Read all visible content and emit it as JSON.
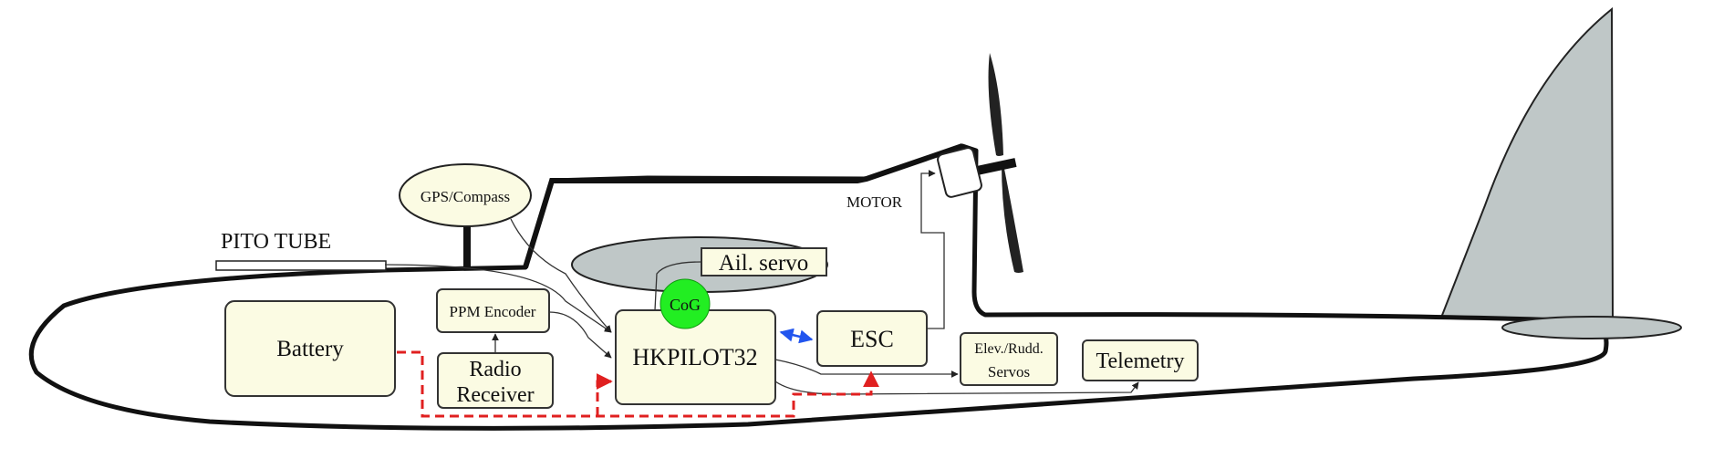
{
  "labels": {
    "pito_tube": "PITO TUBE",
    "gps_compass": "GPS/Compass",
    "motor": "MOTOR",
    "ail_servo": "Ail. servo",
    "cog": "CoG",
    "ppm_encoder": "PPM Encoder",
    "battery": "Battery",
    "radio_line1": "Radio",
    "radio_line2": "Receiver",
    "hkpilot": "HKPILOT32",
    "esc": "ESC",
    "elev_line1": "Elev./Rudd.",
    "elev_line2": "Servos",
    "telemetry": "Telemetry"
  },
  "colors": {
    "component_fill": "#fbfbe3",
    "cog_fill": "#22ee22",
    "wing_fill": "#bfc7c7",
    "power_line": "#e02020",
    "link_line": "#2255ee"
  }
}
